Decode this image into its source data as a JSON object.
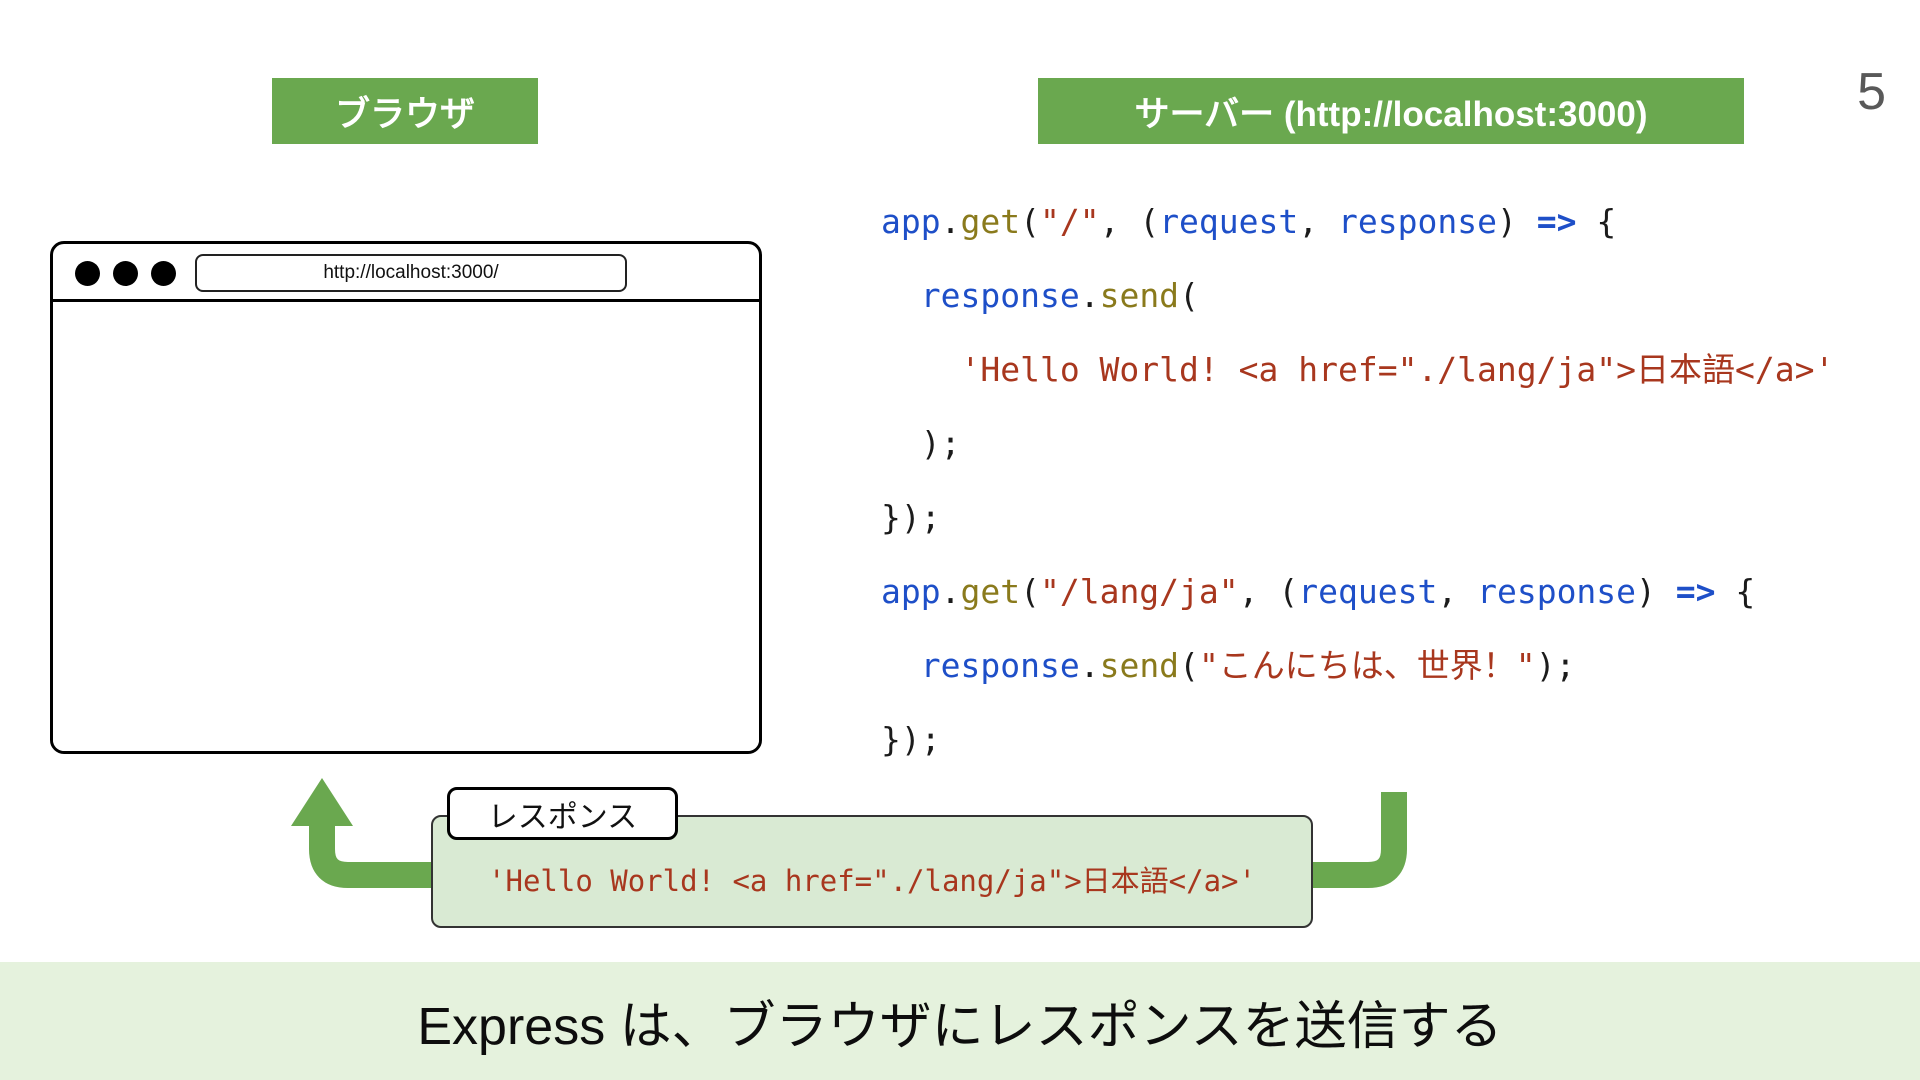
{
  "page": {
    "number": "5"
  },
  "colors": {
    "green": "#6aa84f",
    "light_green": "#d9ead3",
    "banner_green": "#e5f2dd",
    "code_blue": "#1e4fc8",
    "code_olive": "#8a7a1c",
    "code_red": "#a8371e",
    "code_plain": "#1b1b1b"
  },
  "labels": {
    "browser": "ブラウザ",
    "server": "サーバー (http://localhost:3000)"
  },
  "browser_window": {
    "url": "http://localhost:3000/"
  },
  "code": {
    "lines": [
      [
        {
          "t": "app",
          "c": "blue"
        },
        {
          "t": ".",
          "c": "plain"
        },
        {
          "t": "get",
          "c": "olive"
        },
        {
          "t": "(",
          "c": "plain"
        },
        {
          "t": "\"/\"",
          "c": "red"
        },
        {
          "t": ", (",
          "c": "plain"
        },
        {
          "t": "request",
          "c": "blue"
        },
        {
          "t": ", ",
          "c": "plain"
        },
        {
          "t": "response",
          "c": "blue"
        },
        {
          "t": ") ",
          "c": "plain"
        },
        {
          "t": "=>",
          "c": "arrow"
        },
        {
          "t": " {",
          "c": "plain"
        }
      ],
      [
        {
          "t": "  ",
          "c": "plain"
        },
        {
          "t": "response",
          "c": "blue"
        },
        {
          "t": ".",
          "c": "plain"
        },
        {
          "t": "send",
          "c": "olive"
        },
        {
          "t": "(",
          "c": "plain"
        }
      ],
      [
        {
          "t": "    ",
          "c": "plain"
        },
        {
          "t": "'Hello World! <a href=\"./lang/ja\">日本語</a>'",
          "c": "red"
        }
      ],
      [
        {
          "t": "  );",
          "c": "plain"
        }
      ],
      [
        {
          "t": "});",
          "c": "plain"
        }
      ],
      [
        {
          "t": "app",
          "c": "blue"
        },
        {
          "t": ".",
          "c": "plain"
        },
        {
          "t": "get",
          "c": "olive"
        },
        {
          "t": "(",
          "c": "plain"
        },
        {
          "t": "\"/lang/ja\"",
          "c": "red"
        },
        {
          "t": ", (",
          "c": "plain"
        },
        {
          "t": "request",
          "c": "blue"
        },
        {
          "t": ", ",
          "c": "plain"
        },
        {
          "t": "response",
          "c": "blue"
        },
        {
          "t": ") ",
          "c": "plain"
        },
        {
          "t": "=>",
          "c": "arrow"
        },
        {
          "t": " {",
          "c": "plain"
        }
      ],
      [
        {
          "t": "  ",
          "c": "plain"
        },
        {
          "t": "response",
          "c": "blue"
        },
        {
          "t": ".",
          "c": "plain"
        },
        {
          "t": "send",
          "c": "olive"
        },
        {
          "t": "(",
          "c": "plain"
        },
        {
          "t": "\"こんにちは、世界！\"",
          "c": "red"
        },
        {
          "t": ");",
          "c": "plain"
        }
      ],
      [
        {
          "t": "});",
          "c": "plain"
        }
      ]
    ]
  },
  "response_flow": {
    "label": "レスポンス",
    "payload": "'Hello World! <a href=\"./lang/ja\">日本語</a>'"
  },
  "caption": "Express は、ブラウザにレスポンスを送信する"
}
